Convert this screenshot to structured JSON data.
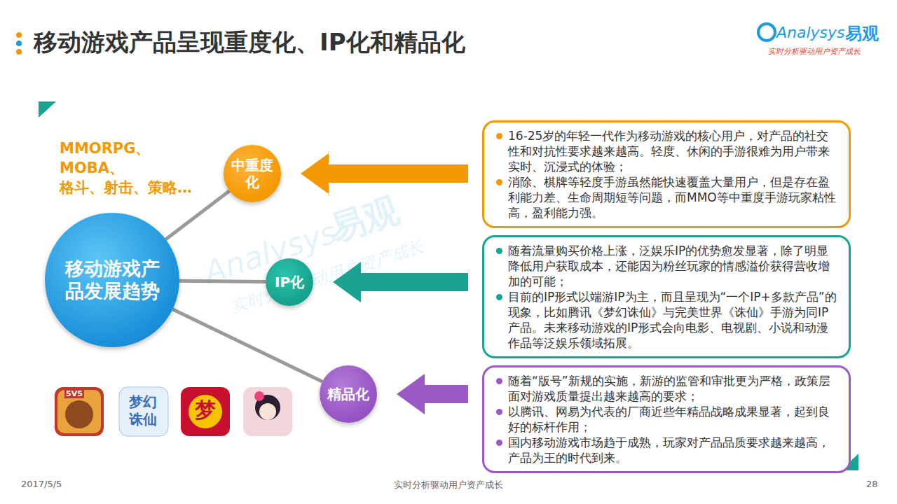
{
  "diagram": {
    "title": "移动游戏产品呈现重度化、IP化和精品化",
    "nodes": [
      {
        "text": [
          "移动游戏产品发展趋势"
        ]
      },
      {
        "text": [
          "中重度化"
        ]
      },
      {
        "text": [
          "IP化"
        ]
      },
      {
        "text": [
          "精品化"
        ]
      },
      {
        "text": [
          "16-25岁的年轻一代作为移动游戏的核心用户，对产品的社交性和对抗性要求越来越高。轻度、休闲的手游很难为用户带来实时、沉浸式的体验；",
          "消除、棋牌等轻度手游虽然能快速覆盖大量用户，但是存在盈利能力差、生命周期短等问题，而MMO等中重度手游玩家粘性高，盈利能力强。"
        ]
      },
      {
        "text": [
          "随着流量购买价格上涨，泛娱乐IP的优势愈发显著，除了明显降低用户获取成本，还能因为粉丝玩家的情感溢价获得营收增加的可能；",
          "目前的IP形式以端游IP为主，而且呈现为“一个IP+多款产品”的现象，比如腾讯《梦幻诛仙》与完美世界《诛仙》手游为同IP产品。未来移动游戏的IP形式会向电影、电视剧、小说和动漫作品等泛娱乐领域拓展。"
        ]
      },
      {
        "text": [
          "随着“版号”新规的实施，新游的监管和审批更为严格，政策层面对游戏质量提出越来越高的要求；",
          "以腾讯、网易为代表的厂商近些年精品战略成果显著，起到良好的标杆作用；",
          "国内移动游戏市场趋于成熟，玩家对产品品质要求越来越高，产品为王的时代到来。"
        ]
      }
    ],
    "edges": [
      {
        "from": 0,
        "to": 1,
        "arrow": "none"
      },
      {
        "from": 0,
        "to": 2,
        "arrow": "none"
      },
      {
        "from": 0,
        "to": 3,
        "arrow": "none"
      },
      {
        "from": 4,
        "to": 1,
        "arrow": "to"
      },
      {
        "from": 5,
        "to": 2,
        "arrow": "to"
      },
      {
        "from": 6,
        "to": 3,
        "arrow": "to"
      }
    ],
    "labels": [
      "MMORPG、 MOBA、 格斗、射击、策略…",
      "Analysys",
      "易观",
      "实时分析驱动用户资产成长",
      "Analysys",
      "易观",
      "实时分析驱动用户资产成长",
      "5V5",
      "梦幻诛仙",
      "梦",
      "2017/5/5",
      "实时分析驱动用户资产成长",
      "28"
    ]
  }
}
